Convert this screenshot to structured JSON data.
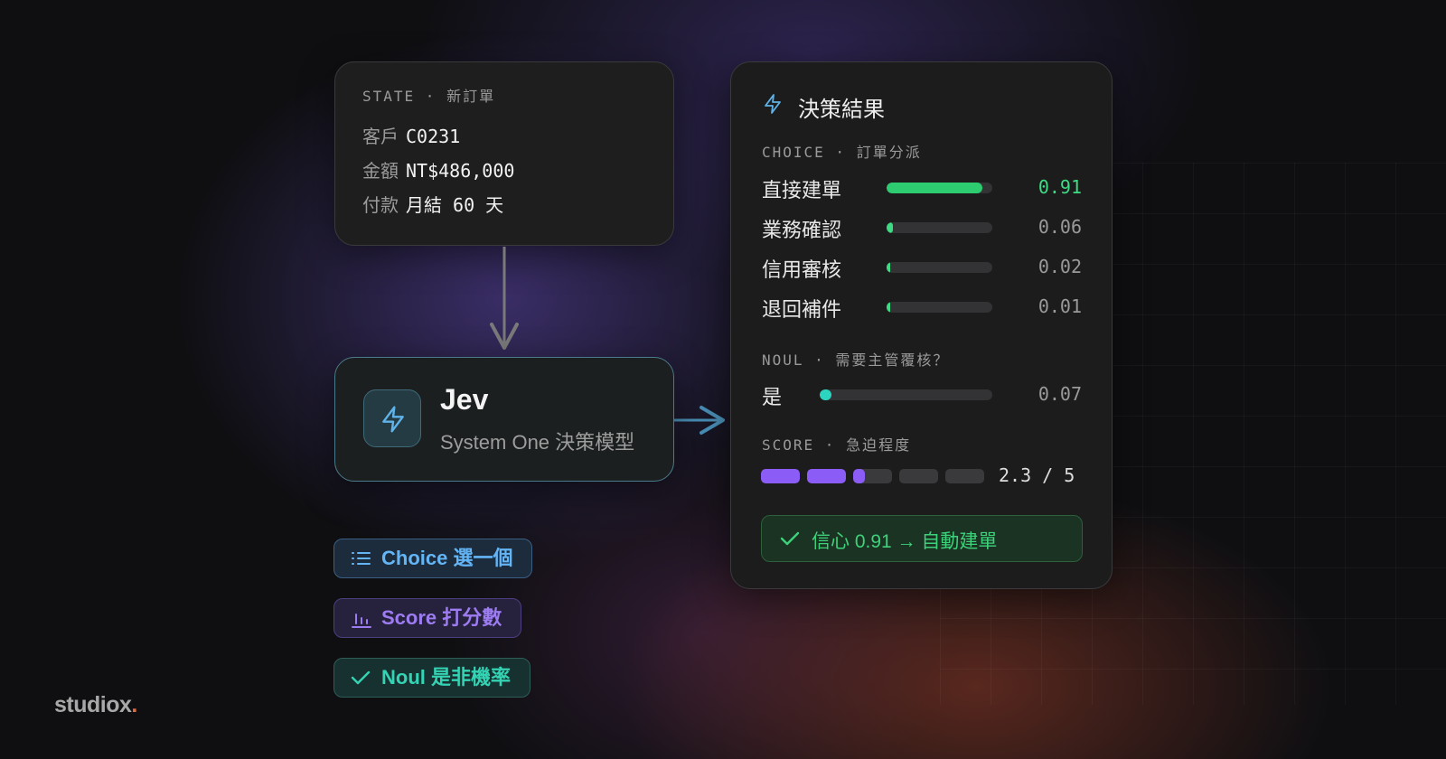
{
  "state_card": {
    "caption": "STATE · 新訂單",
    "rows": [
      {
        "key": "客戶",
        "value": "C0231"
      },
      {
        "key": "金額",
        "value": "NT$486,000"
      },
      {
        "key": "付款",
        "value": "月結 60 天"
      }
    ]
  },
  "model_card": {
    "icon": "lightning-icon",
    "name": "Jev",
    "subtitle": "System One 決策模型"
  },
  "tags": [
    {
      "icon": "list-icon",
      "label": "Choice 選一個"
    },
    {
      "icon": "bar-chart-icon",
      "label": "Score 打分數"
    },
    {
      "icon": "check-icon",
      "label": "Noul 是非機率"
    }
  ],
  "result_card": {
    "title": "決策結果",
    "choice": {
      "caption": "CHOICE · 訂單分派",
      "options": [
        {
          "label": "直接建單",
          "value": "0.91",
          "fraction": 0.91
        },
        {
          "label": "業務確認",
          "value": "0.06",
          "fraction": 0.06
        },
        {
          "label": "信用審核",
          "value": "0.02",
          "fraction": 0.02
        },
        {
          "label": "退回補件",
          "value": "0.01",
          "fraction": 0.01
        }
      ]
    },
    "noul": {
      "caption": "NOUL · 需要主管覆核？",
      "label": "是",
      "value": "0.07",
      "fraction": 0.07
    },
    "score": {
      "caption": "SCORE · 急迫程度",
      "value": 2.3,
      "max": 5,
      "text": "2.3 / 5"
    },
    "confidence": "信心 0.91 → 自動建單"
  },
  "colors": {
    "choice_top": "#2ecc71",
    "choice_low": "#3ddc84",
    "noul": "#2dd4bf",
    "score": "#8b5cf6",
    "accent_blue": "#5fb3e8"
  },
  "brand": {
    "name": "studiox",
    "dot": "."
  }
}
